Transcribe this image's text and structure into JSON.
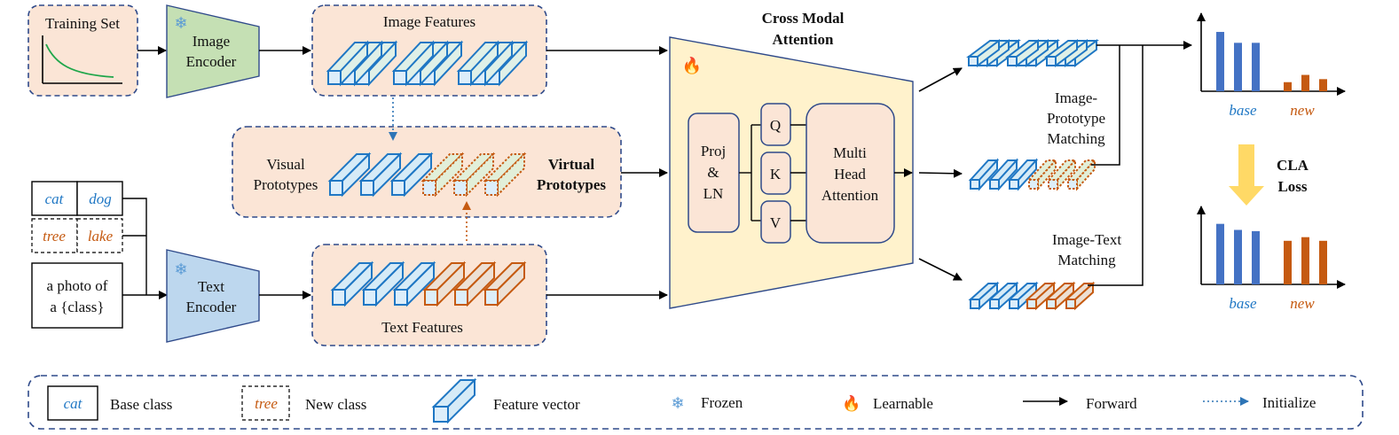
{
  "inputs": {
    "training_set": "Training Set",
    "classes": [
      {
        "name": "cat",
        "kind": "base"
      },
      {
        "name": "dog",
        "kind": "base"
      },
      {
        "name": "tree",
        "kind": "new"
      },
      {
        "name": "lake",
        "kind": "new"
      }
    ],
    "prompt_line1": "a photo of",
    "prompt_line2": "a {class}"
  },
  "encoders": {
    "image_line1": "Image",
    "image_line2": "Encoder",
    "text_line1": "Text",
    "text_line2": "Encoder"
  },
  "features": {
    "image": "Image Features",
    "text": "Text Features",
    "visual_line1": "Visual",
    "visual_line2": "Prototypes",
    "virtual_line1": "Virtual",
    "virtual_line2": "Prototypes"
  },
  "attention": {
    "title_line1": "Cross Modal",
    "title_line2": "Attention",
    "proj_line1": "Proj",
    "proj_line2": "&",
    "proj_line3": "LN",
    "q": "Q",
    "k": "K",
    "v": "V",
    "mha_line1": "Multi",
    "mha_line2": "Head",
    "mha_line3": "Attention"
  },
  "matching": {
    "ip_line1": "Image-",
    "ip_line2": "Prototype",
    "ip_line3": "Matching",
    "it_line1": "Image-Text",
    "it_line2": "Matching"
  },
  "loss": {
    "line1": "CLA",
    "line2": "Loss"
  },
  "chart_data": [
    {
      "type": "bar",
      "categories": [
        "base",
        "base",
        "base",
        "new",
        "new",
        "new"
      ],
      "values": [
        0.98,
        0.8,
        0.8,
        0.15,
        0.27,
        0.2
      ],
      "group_labels": [
        "base",
        "new"
      ],
      "ylim": [
        0,
        1.2
      ],
      "colors": [
        "#4472c4",
        "#4472c4",
        "#4472c4",
        "#c55a11",
        "#c55a11",
        "#c55a11"
      ]
    },
    {
      "type": "bar",
      "categories": [
        "base",
        "base",
        "base",
        "new",
        "new",
        "new"
      ],
      "values": [
        1.0,
        0.9,
        0.88,
        0.72,
        0.78,
        0.72
      ],
      "group_labels": [
        "base",
        "new"
      ],
      "ylim": [
        0,
        1.2
      ],
      "colors": [
        "#4472c4",
        "#4472c4",
        "#4472c4",
        "#c55a11",
        "#c55a11",
        "#c55a11"
      ]
    }
  ],
  "legend": {
    "base_sample": "cat",
    "base_label": "Base class",
    "new_sample": "tree",
    "new_label": "New class",
    "feature_label": "Feature vector",
    "frozen_label": "Frozen",
    "learnable_label": "Learnable",
    "forward_label": "Forward",
    "initialize_label": "Initialize"
  },
  "colors": {
    "base_blue": "#1f77c4",
    "new_orange": "#c55a11",
    "panel_fill": "#fbe5d6",
    "panel_border": "#2f4a8a",
    "image_encoder": "#c5e0b4",
    "text_encoder": "#bdd7ee",
    "attention_fill": "#fff2cc",
    "arrow_loss": "#ffd966"
  }
}
